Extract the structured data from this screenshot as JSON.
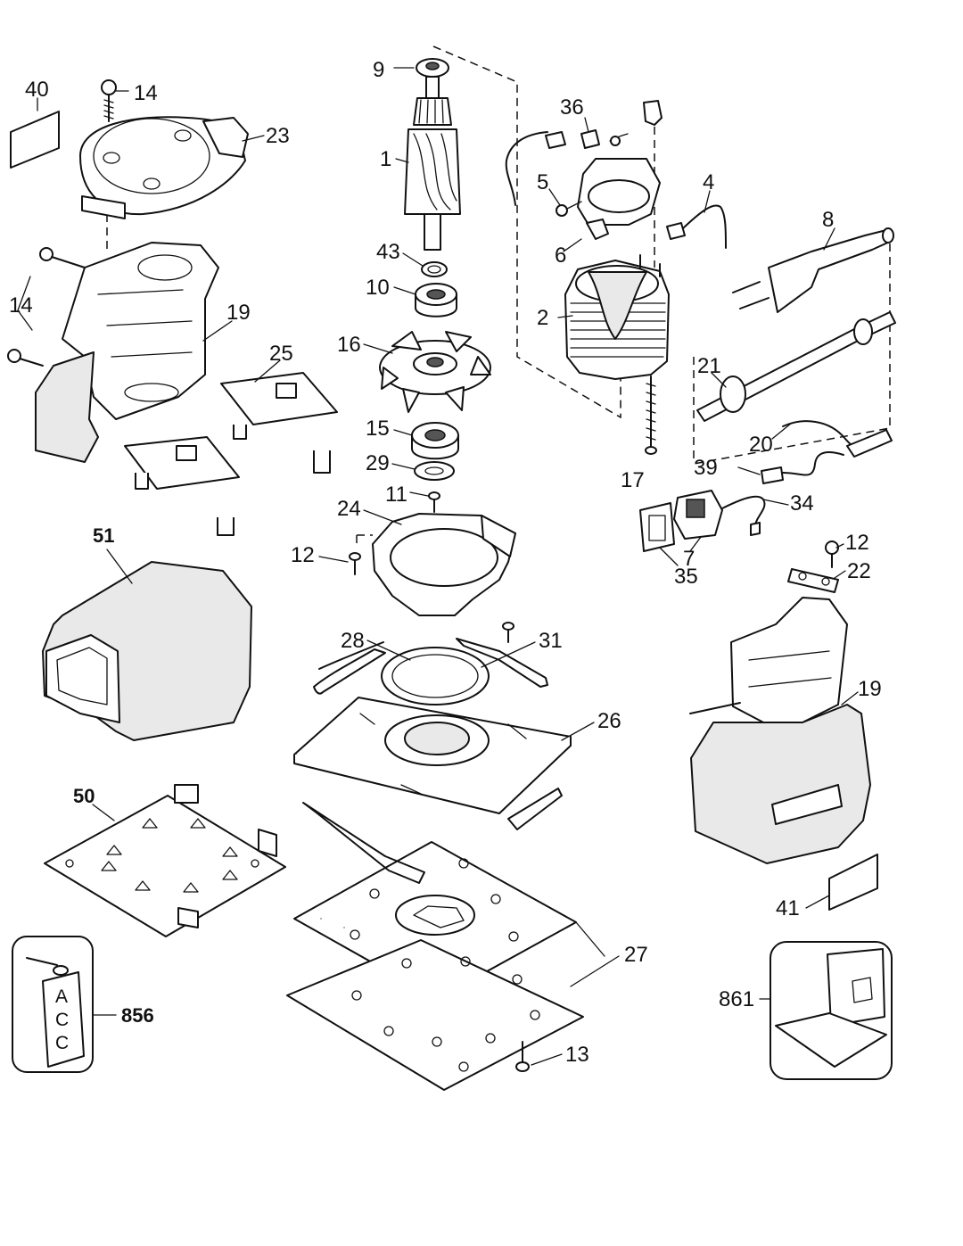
{
  "labels": {
    "p1": "1",
    "p2": "2",
    "p4": "4",
    "p5": "5",
    "p6": "6",
    "p7": "7",
    "p8": "8",
    "p9": "9",
    "p10": "10",
    "p11": "11",
    "p12a": "12",
    "p12b": "12",
    "p13": "13",
    "p14a": "14",
    "p14b": "14",
    "p15": "15",
    "p16": "16",
    "p17": "17",
    "p19a": "19",
    "p19b": "19",
    "p20": "20",
    "p21": "21",
    "p22": "22",
    "p23": "23",
    "p24": "24",
    "p25": "25",
    "p26": "26",
    "p27": "27",
    "p28": "28",
    "p29": "29",
    "p31": "31",
    "p34": "34",
    "p35": "35",
    "p36": "36",
    "p39": "39",
    "p40": "40",
    "p41": "41",
    "p43": "43",
    "p50": "50",
    "p51": "51",
    "p856": "856",
    "p861": "861"
  },
  "tag_856_letters": [
    "A",
    "C",
    "C"
  ]
}
